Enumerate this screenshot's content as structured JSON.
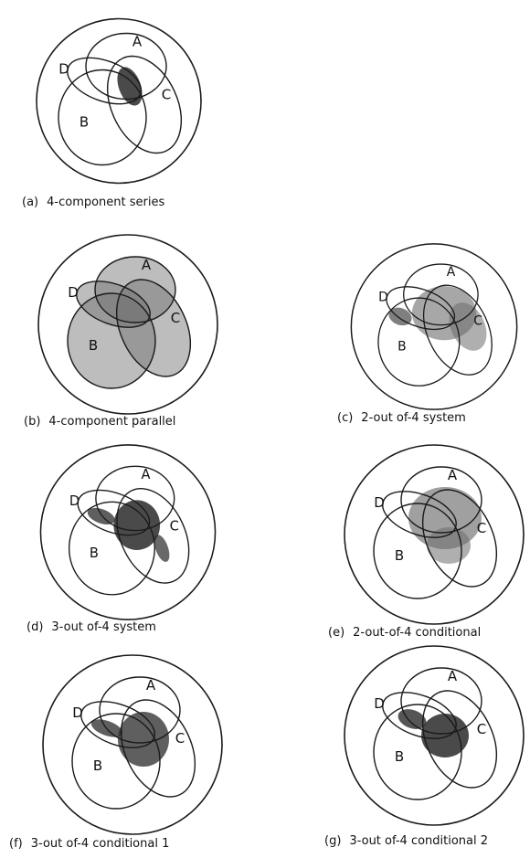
{
  "labels": {
    "a": "A",
    "b": "B",
    "c": "C",
    "d": "D"
  },
  "panels": [
    {
      "id": "a",
      "tag": "(a)",
      "caption": "4-component series",
      "shading": "ABCD"
    },
    {
      "id": "b",
      "tag": "(b)",
      "caption": "4-component parallel",
      "shading": "union"
    },
    {
      "id": "c",
      "tag": "(c)",
      "caption": "2-out of-4 system",
      "shading": "at-least-2"
    },
    {
      "id": "d",
      "tag": "(d)",
      "caption": "3-out of-4 system",
      "shading": "at-least-3"
    },
    {
      "id": "e",
      "tag": "(e)",
      "caption": "2-out-of-4 conditional",
      "shading": "conditional-2"
    },
    {
      "id": "f",
      "tag": "(f)",
      "caption": "3-out of-4 conditional 1",
      "shading": "conditional-3a"
    },
    {
      "id": "g",
      "tag": "(g)",
      "caption": "3-out of-4 conditional 2",
      "shading": "conditional-3b"
    }
  ],
  "colors": {
    "ink": "#1a1a1a",
    "dark_fill": "#2a2a2a",
    "speckle_fill": "#6d6d6d"
  }
}
